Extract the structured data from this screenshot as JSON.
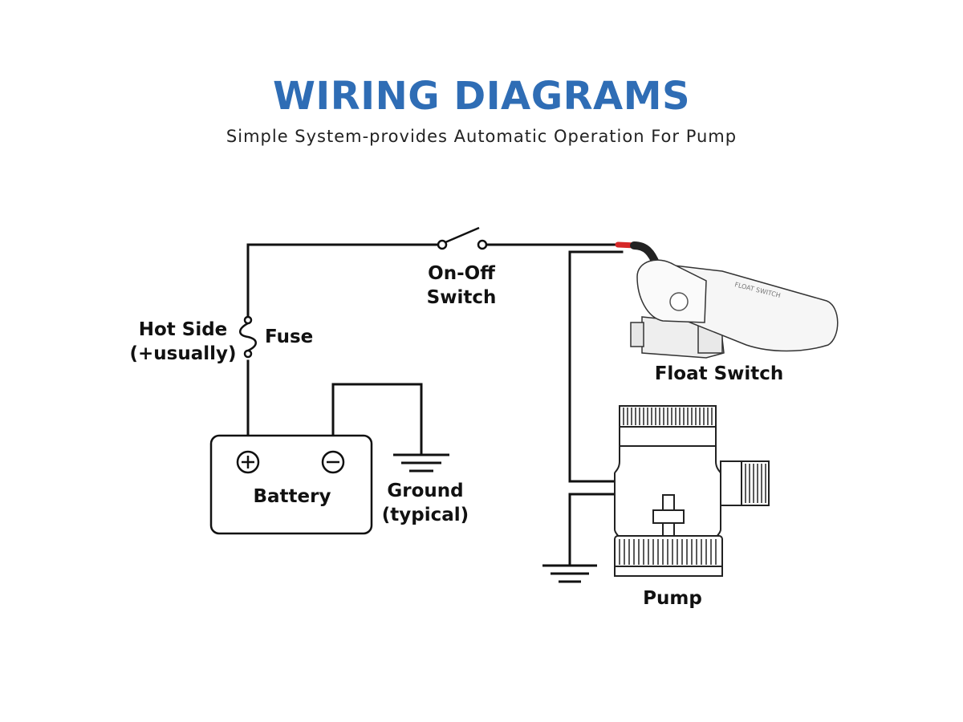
{
  "header": {
    "title": "WIRING DIAGRAMS",
    "subtitle": "Simple System-provides Automatic Operation For Pump"
  },
  "labels": {
    "switch_line1": "On-Off",
    "switch_line2": "Switch",
    "hot_side_line1": "Hot Side",
    "hot_side_line2": "(+usually)",
    "fuse": "Fuse",
    "battery": "Battery",
    "ground_line1": "Ground",
    "ground_line2": "(typical)",
    "float_switch": "Float Switch",
    "pump": "Pump",
    "float_switch_imprint": "FLOAT SWITCH"
  },
  "colors": {
    "title": "#2f6db5",
    "wire": "#111111",
    "red_wire": "#d62828",
    "device_body": "#f4f4f4",
    "device_outline": "#222222"
  }
}
